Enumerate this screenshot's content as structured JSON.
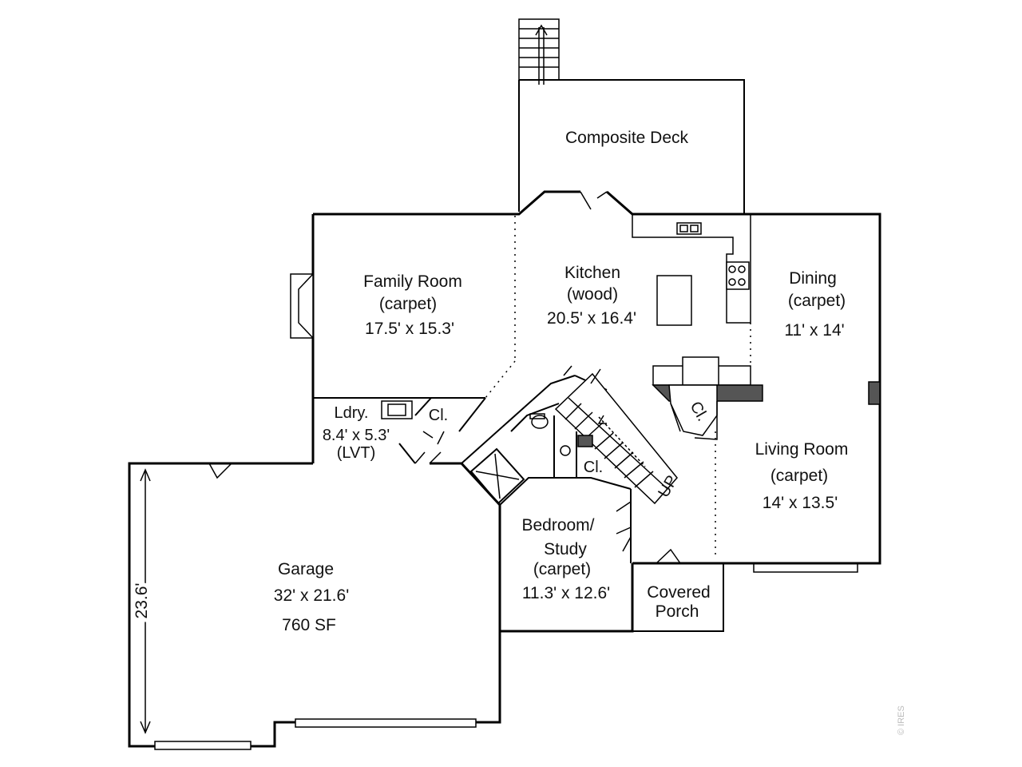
{
  "rooms": {
    "composite_deck": {
      "name": "Composite Deck"
    },
    "family_room": {
      "name": "Family Room",
      "floor": "(carpet)",
      "size": "17.5' x 15.3'"
    },
    "kitchen": {
      "name": "Kitchen",
      "floor": "(wood)",
      "size": "20.5' x 16.4'"
    },
    "dining": {
      "name": "Dining",
      "floor": "(carpet)",
      "size": "11' x 14'"
    },
    "laundry": {
      "name": "Ldry.",
      "size": "8.4' x 5.3'",
      "floor": "(LVT)"
    },
    "living_room": {
      "name": "Living Room",
      "floor": "(carpet)",
      "size": "14' x 13.5'"
    },
    "bedroom": {
      "name_line1": "Bedroom/",
      "name_line2": "Study",
      "floor": "(carpet)",
      "size": "11.3' x 12.6'"
    },
    "garage": {
      "name": "Garage",
      "size": "32' x 21.6'",
      "area": "760 SF",
      "depth_dim": "23.6'"
    },
    "covered_porch": {
      "line1": "Covered",
      "line2": "Porch"
    }
  },
  "closets": {
    "laundry_closet": "Cl.",
    "hall_closet": "Cl.",
    "living_closet": "Cl."
  },
  "stairs": {
    "label": "UP"
  },
  "watermark": "© IRES"
}
